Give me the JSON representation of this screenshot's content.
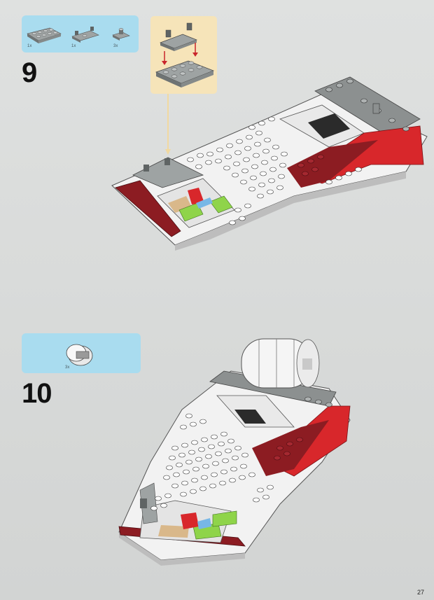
{
  "page_number": "27",
  "steps": [
    {
      "number": "9",
      "parts": [
        {
          "qty": "1x",
          "icon": "plate-2x4-gray-icon"
        },
        {
          "qty": "1x",
          "icon": "plate-clip-gray-icon"
        },
        {
          "qty": "3x",
          "icon": "jumper-plate-gray-icon"
        }
      ]
    },
    {
      "number": "10",
      "parts": [
        {
          "qty": "3x",
          "icon": "round-brick-white-icon"
        }
      ]
    }
  ],
  "colors": {
    "background": "#d6d8d7",
    "parts_box": "#a9dcef",
    "callout": "#f6e4b9",
    "red": "#d8272b",
    "dark_red": "#8c1c22",
    "gray": "#8c9090",
    "lime": "#8fd44a",
    "white": "#f4f4f4"
  }
}
